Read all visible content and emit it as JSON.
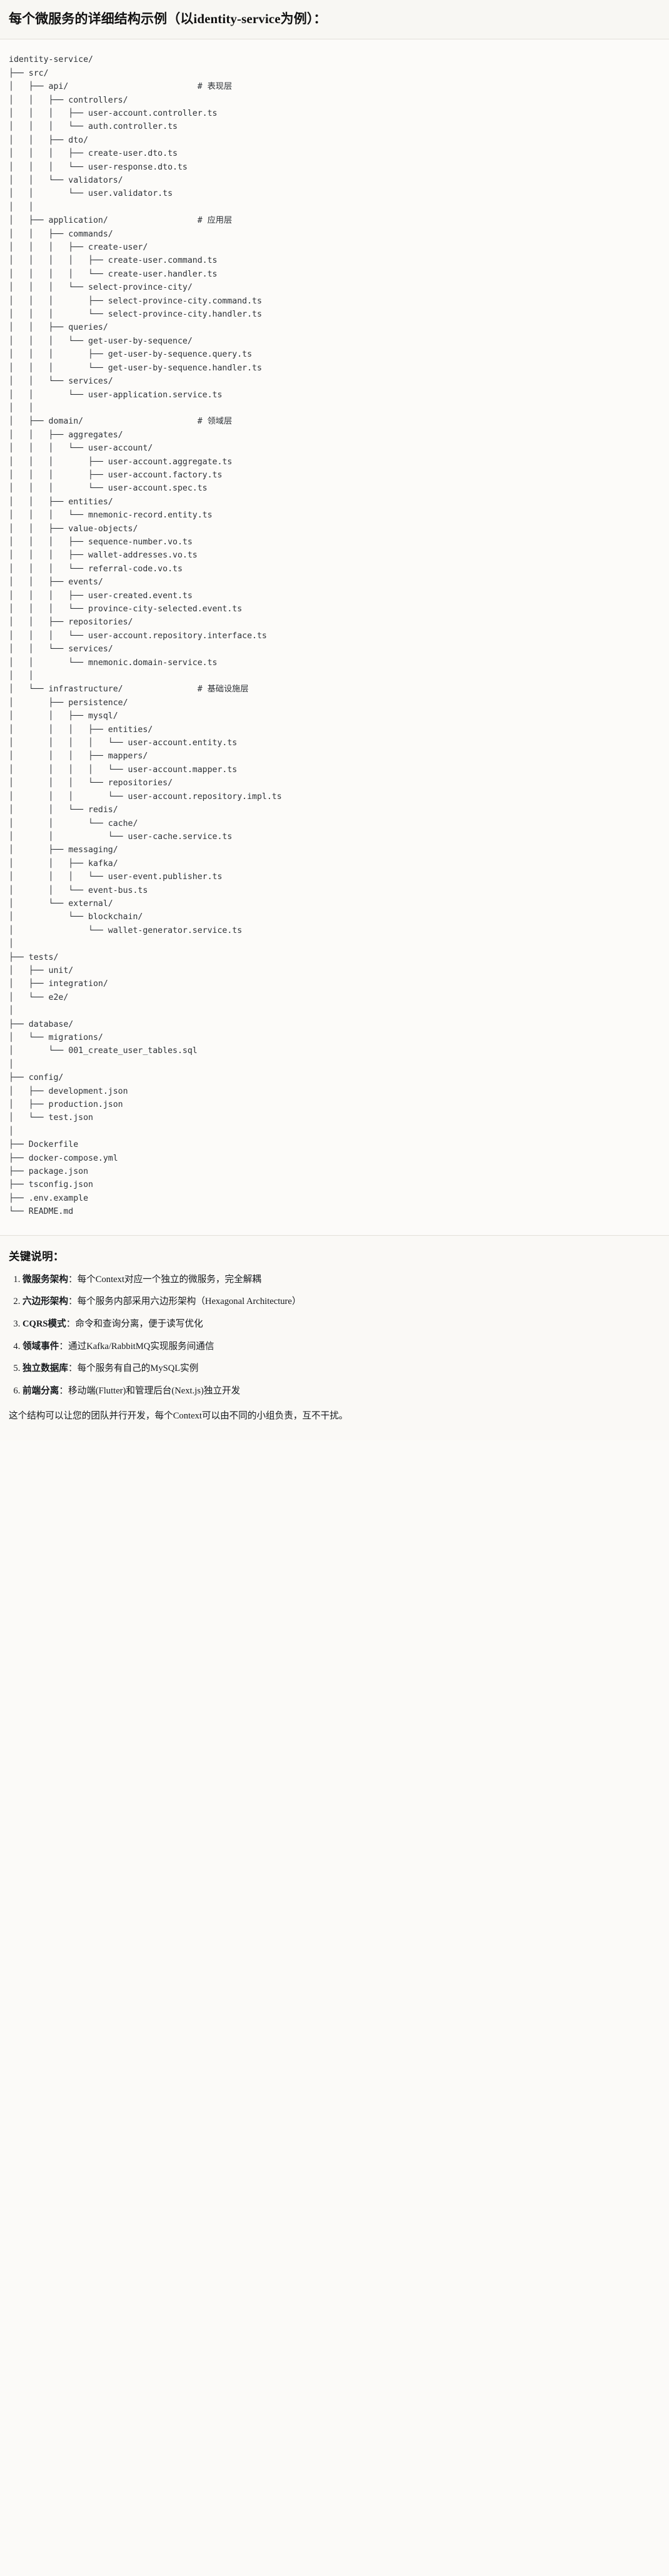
{
  "document": {
    "title": "每个微服务的详细结构示例（以identity-service为例）：",
    "notes_heading": "关键说明：",
    "closing": "这个结构可以让您的团队并行开发，每个Context可以由不同的小组负责，互不干扰。"
  },
  "tree": {
    "root": "identity-service/",
    "comments": {
      "api": "# 表现层",
      "application": "# 应用层",
      "domain": "# 领域层",
      "infrastructure": "# 基础设施层"
    },
    "text": "identity-service/\n├── src/\n│   ├── api/                          # 表现层\n│   │   ├── controllers/\n│   │   │   ├── user-account.controller.ts\n│   │   │   └── auth.controller.ts\n│   │   ├── dto/\n│   │   │   ├── create-user.dto.ts\n│   │   │   └── user-response.dto.ts\n│   │   └── validators/\n│   │       └── user.validator.ts\n│   │\n│   ├── application/                  # 应用层\n│   │   ├── commands/\n│   │   │   ├── create-user/\n│   │   │   │   ├── create-user.command.ts\n│   │   │   │   └── create-user.handler.ts\n│   │   │   └── select-province-city/\n│   │   │       ├── select-province-city.command.ts\n│   │   │       └── select-province-city.handler.ts\n│   │   ├── queries/\n│   │   │   └── get-user-by-sequence/\n│   │   │       ├── get-user-by-sequence.query.ts\n│   │   │       └── get-user-by-sequence.handler.ts\n│   │   └── services/\n│   │       └── user-application.service.ts\n│   │\n│   ├── domain/                       # 领域层\n│   │   ├── aggregates/\n│   │   │   └── user-account/\n│   │   │       ├── user-account.aggregate.ts\n│   │   │       ├── user-account.factory.ts\n│   │   │       └── user-account.spec.ts\n│   │   ├── entities/\n│   │   │   └── mnemonic-record.entity.ts\n│   │   ├── value-objects/\n│   │   │   ├── sequence-number.vo.ts\n│   │   │   ├── wallet-addresses.vo.ts\n│   │   │   └── referral-code.vo.ts\n│   │   ├── events/\n│   │   │   ├── user-created.event.ts\n│   │   │   └── province-city-selected.event.ts\n│   │   ├── repositories/\n│   │   │   └── user-account.repository.interface.ts\n│   │   └── services/\n│   │       └── mnemonic.domain-service.ts\n│   │\n│   └── infrastructure/               # 基础设施层\n│       ├── persistence/\n│       │   ├── mysql/\n│       │   │   ├── entities/\n│       │   │   │   └── user-account.entity.ts\n│       │   │   ├── mappers/\n│       │   │   │   └── user-account.mapper.ts\n│       │   │   └── repositories/\n│       │   │       └── user-account.repository.impl.ts\n│       │   └── redis/\n│       │       └── cache/\n│       │           └── user-cache.service.ts\n│       ├── messaging/\n│       │   ├── kafka/\n│       │   │   └── user-event.publisher.ts\n│       │   └── event-bus.ts\n│       └── external/\n│           └── blockchain/\n│               └── wallet-generator.service.ts\n│\n├── tests/\n│   ├── unit/\n│   ├── integration/\n│   └── e2e/\n│\n├── database/\n│   └── migrations/\n│       └── 001_create_user_tables.sql\n│\n├── config/\n│   ├── development.json\n│   ├── production.json\n│   └── test.json\n│\n├── Dockerfile\n├── docker-compose.yml\n├── package.json\n├── tsconfig.json\n├── .env.example\n└── README.md"
  },
  "notes": [
    {
      "term": "微服务架构",
      "sep": "：",
      "desc": "每个Context对应一个独立的微服务，完全解耦"
    },
    {
      "term": "六边形架构",
      "sep": "：",
      "desc": "每个服务内部采用六边形架构（Hexagonal Architecture）"
    },
    {
      "term": "CQRS模式",
      "sep": "：",
      "desc": "命令和查询分离，便于读写优化"
    },
    {
      "term": "领域事件",
      "sep": "：",
      "desc": "通过Kafka/RabbitMQ实现服务间通信"
    },
    {
      "term": "独立数据库",
      "sep": "：",
      "desc": "每个服务有自己的MySQL实例"
    },
    {
      "term": "前端分离",
      "sep": "：",
      "desc": "移动端(Flutter)和管理后台(Next.js)独立开发"
    }
  ]
}
